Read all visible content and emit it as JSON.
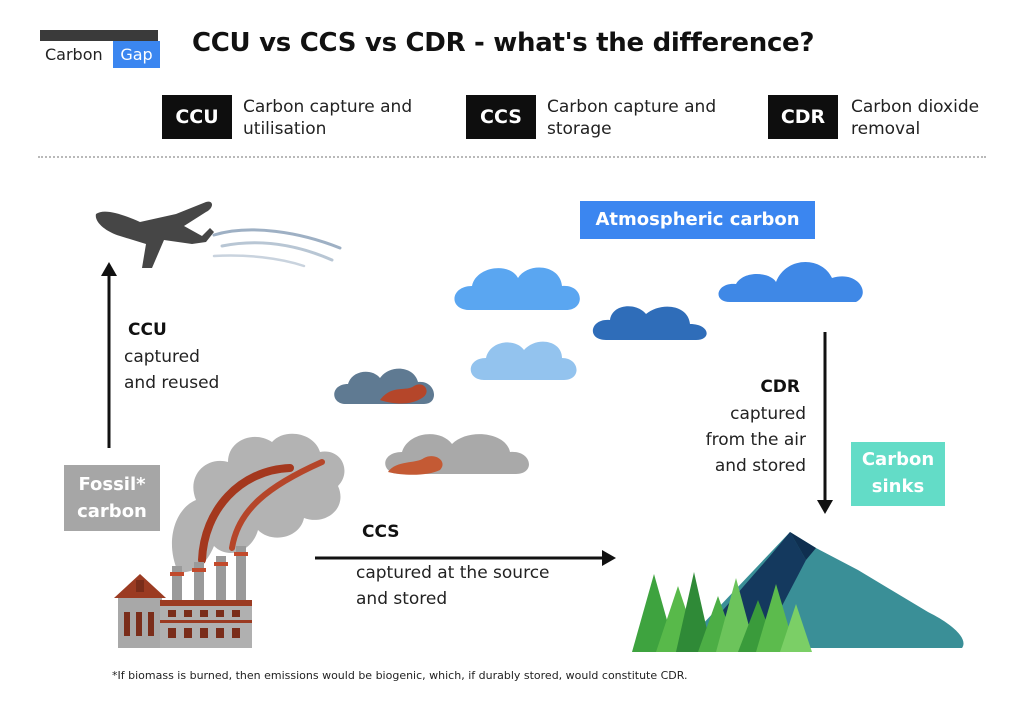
{
  "logo": {
    "word1": "Carbon",
    "word2": "Gap"
  },
  "title": "CCU vs CCS vs CDR - what's the difference?",
  "legend": [
    {
      "abbr": "CCU",
      "line1": "Carbon capture and",
      "line2": "utilisation"
    },
    {
      "abbr": "CCS",
      "line1": "Carbon capture and",
      "line2": "storage"
    },
    {
      "abbr": "CDR",
      "line1": "Carbon dioxide",
      "line2": "removal"
    }
  ],
  "tags": {
    "atmospheric": "Atmospheric carbon",
    "fossil_line1": "Fossil*",
    "fossil_line2": "carbon",
    "sinks_line1": "Carbon",
    "sinks_line2": "sinks"
  },
  "flows": {
    "ccu": {
      "head": "CCU",
      "line1": "captured",
      "line2": "and reused"
    },
    "ccs": {
      "head": "CCS",
      "line1": "captured at the source",
      "line2": "and stored"
    },
    "cdr": {
      "head": "CDR",
      "line1": "captured",
      "line2": "from the air",
      "line3": "and stored"
    }
  },
  "footnote": "*If biomass is burned, then emissions would be biogenic, which, if durably stored, would constitute CDR.",
  "colors": {
    "brand_blue": "#3b86f0",
    "teal": "#63dcc7",
    "fossil_grey": "#a6a6a6",
    "badge_black": "#0e0e0e",
    "emission_red": "#b5462a"
  },
  "icons": [
    "airplane-icon",
    "cloud-icon",
    "factory-icon",
    "mountain-icon",
    "tree-icon",
    "arrow-icon"
  ]
}
